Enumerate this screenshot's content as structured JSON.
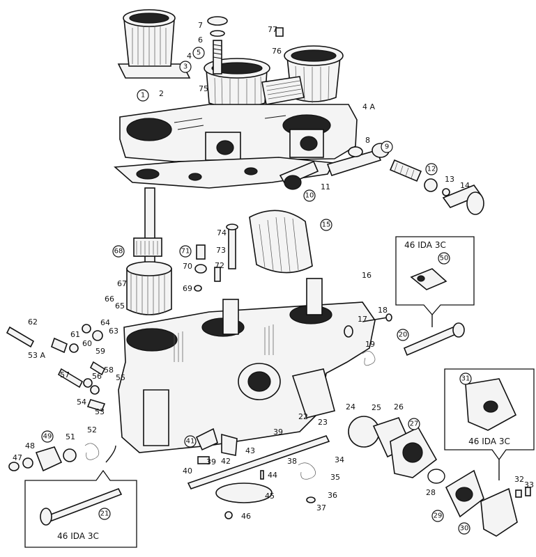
{
  "labels": {
    "p1": "1",
    "p2": "2",
    "p3": "3",
    "p4": "4",
    "p4a": "4 A",
    "p5": "5",
    "p6": "6",
    "p7": "7",
    "p8": "8",
    "p9": "9",
    "p10": "10",
    "p11": "11",
    "p12": "12",
    "p13": "13",
    "p14": "14",
    "p15": "15",
    "p16": "16",
    "p17": "17",
    "p18": "18",
    "p19": "19",
    "p20": "20",
    "p21": "21",
    "p22": "22",
    "p23": "23",
    "p24": "24",
    "p25": "25",
    "p26": "26",
    "p27": "27",
    "p28": "28",
    "p29": "29",
    "p30": "30",
    "p31": "31",
    "p32": "32",
    "p33": "33",
    "p34": "34",
    "p35": "35",
    "p36": "36",
    "p37": "37",
    "p38": "38",
    "p39": "39",
    "p39b": "39",
    "p40": "40",
    "p41": "41",
    "p42": "42",
    "p43": "43",
    "p44": "44",
    "p45": "45",
    "p46": "46",
    "p47": "47",
    "p48": "48",
    "p49": "49",
    "p50": "50",
    "p51": "51",
    "p52": "52",
    "p53": "53",
    "p53a": "53 A",
    "p54": "54",
    "p55": "55",
    "p56": "56",
    "p57": "57",
    "p58": "58",
    "p59": "59",
    "p60": "60",
    "p61": "61",
    "p62": "62",
    "p63": "63",
    "p64": "64",
    "p65": "65",
    "p66": "66",
    "p67": "67",
    "p68": "68",
    "p69": "69",
    "p70": "70",
    "p71": "71",
    "p72": "72",
    "p73": "73",
    "p74": "74",
    "p75": "75",
    "p76": "76",
    "p77": "77"
  },
  "insets": {
    "right_top_title": "46 IDA 3C",
    "right_bottom_title": "46 IDA 3C",
    "left_bottom_title": "46 IDA 3C"
  }
}
